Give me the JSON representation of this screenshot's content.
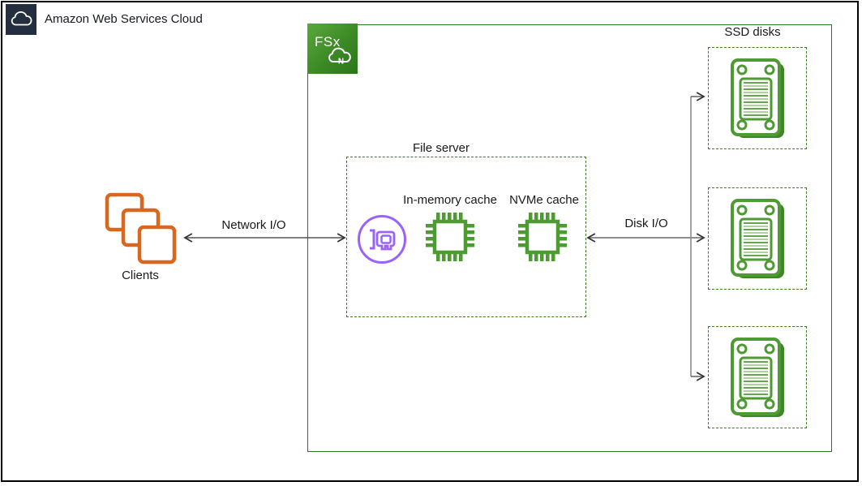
{
  "header": {
    "title": "Amazon Web Services Cloud"
  },
  "fsx": {
    "label": "FSx",
    "cloud_letter": "N"
  },
  "clients": {
    "label": "Clients"
  },
  "arrows": {
    "network_io": "Network I/O",
    "disk_io": "Disk I/O"
  },
  "file_server": {
    "title": "File server",
    "in_memory_cache": "In-memory cache",
    "nvme_cache": "NVMe cache"
  },
  "ssd": {
    "title": "SSD disks",
    "disk_count": 3
  },
  "icons": {
    "aws_badge": "aws-cloud-icon",
    "fsx": "fsx-netapp-ontap-icon",
    "clients": "stacked-instances-icon",
    "network_card": "network-card-icon",
    "cache_chip": "chip-icon",
    "ssd": "ssd-disk-icon"
  },
  "colors": {
    "aws_navy": "#232F3E",
    "green_icon": "#4E9A33",
    "green_dark": "#3F8624",
    "green_border": "#2F7326",
    "green_stripe_light": "#A6CA8E",
    "orange": "#D9671E",
    "purple": "#9A63F8",
    "arrow_gray": "#5c5c5c",
    "text": "#1a1a1a"
  }
}
